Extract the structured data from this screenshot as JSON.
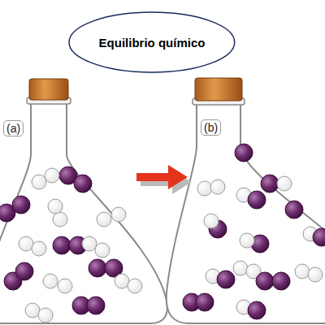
{
  "diagram": {
    "nodes": [
      {
        "text": [
          "Equilibrio químico"
        ]
      }
    ],
    "labels": [
      "(a)",
      "(b)"
    ]
  }
}
